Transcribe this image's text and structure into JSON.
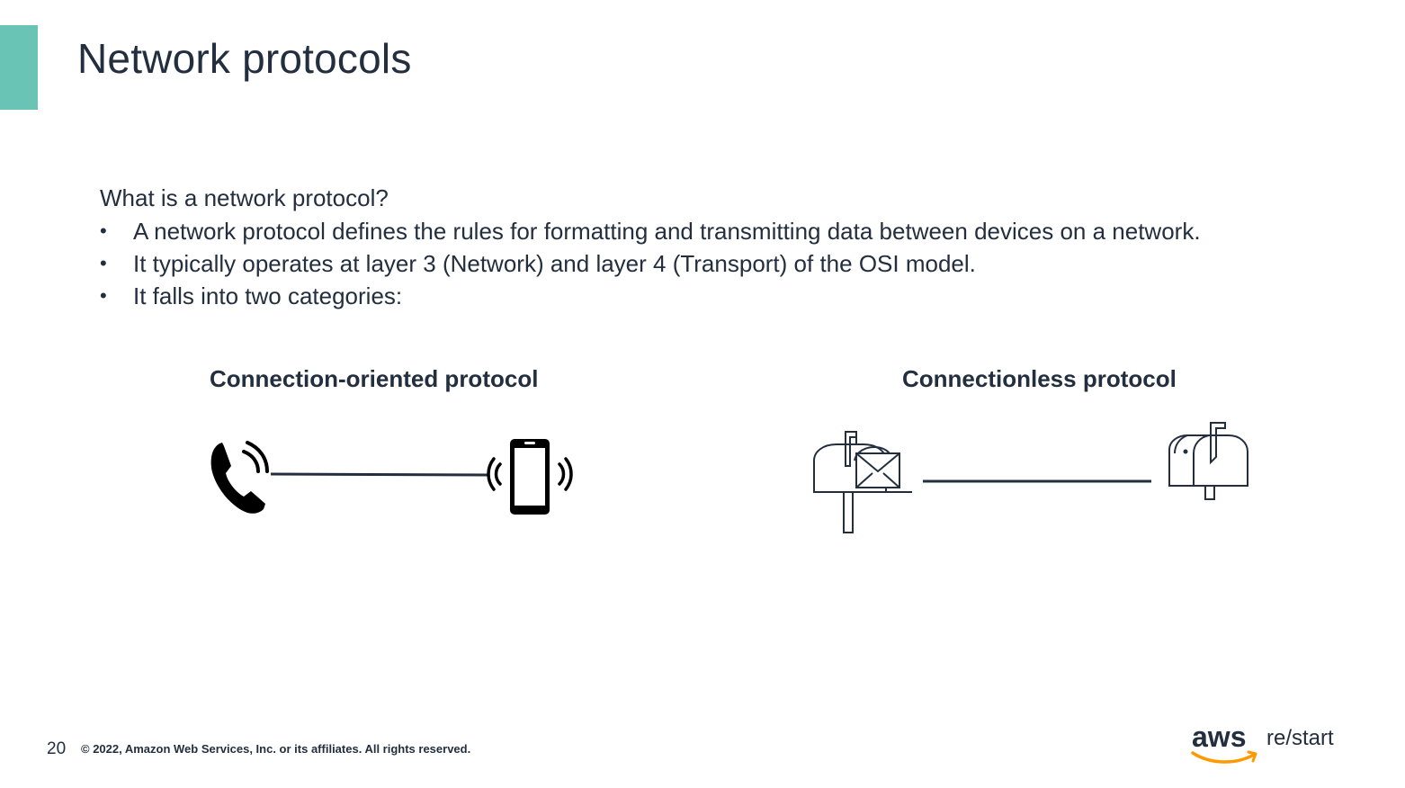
{
  "slide": {
    "title": "Network protocols",
    "intro": "What is a network protocol?",
    "bullets": [
      "A network protocol defines the rules for formatting and transmitting data between devices on a network.",
      "It typically operates at layer 3 (Network) and layer 4 (Transport) of the OSI model.",
      "It falls into two categories:"
    ],
    "bullet_glyph": "•",
    "categories": {
      "left": {
        "heading": "Connection-oriented protocol",
        "icons": [
          "phone-handset-icon",
          "mobile-phone-ringing-icon"
        ]
      },
      "right": {
        "heading": "Connectionless protocol",
        "icons": [
          "mailbox-with-letter-icon",
          "mailbox-icon"
        ]
      }
    }
  },
  "footer": {
    "page_number": "20",
    "copyright": "© 2022, Amazon Web Services, Inc. or its affiliates. All rights reserved.",
    "brand": {
      "name": "aws",
      "product": "re/start"
    }
  },
  "colors": {
    "accent": "#6ac4b6",
    "text": "#232f3e",
    "aws_orange": "#ff9900"
  }
}
